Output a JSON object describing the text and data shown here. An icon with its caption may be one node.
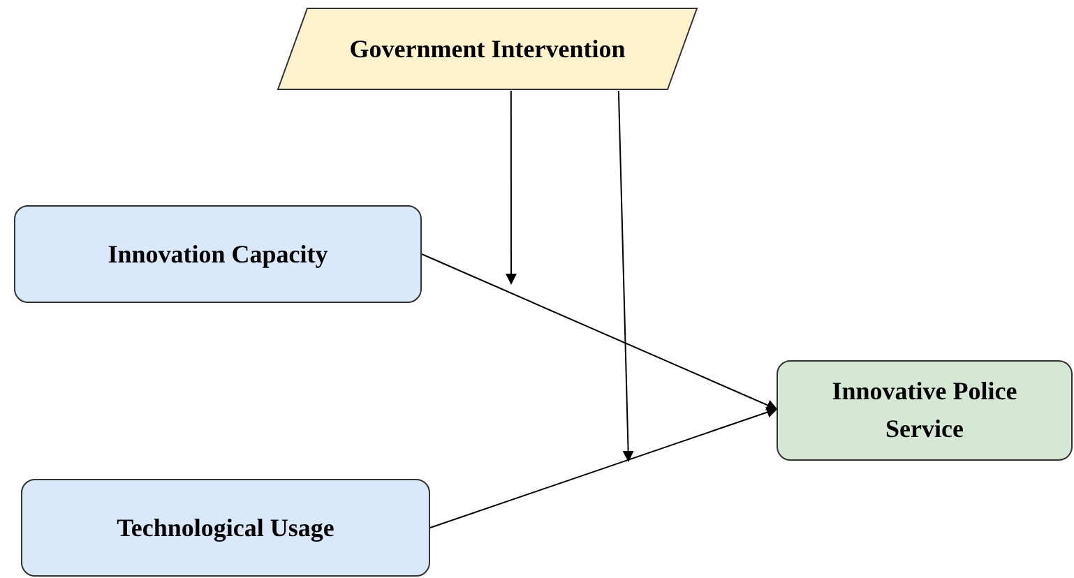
{
  "diagram": {
    "nodes": [
      {
        "text": [
          "Government Intervention"
        ]
      },
      {
        "text": [
          "Innovation Capacity"
        ]
      },
      {
        "text": [
          "Technological Usage"
        ]
      },
      {
        "text": [
          "Innovative Police Service"
        ]
      }
    ],
    "edges": [
      {
        "from": 1,
        "to": 3,
        "arrow": "to"
      },
      {
        "from": 2,
        "to": 3,
        "arrow": "to"
      },
      {
        "from": 0,
        "to": null,
        "arrow": "to"
      },
      {
        "from": 0,
        "to": null,
        "arrow": "to"
      }
    ]
  }
}
